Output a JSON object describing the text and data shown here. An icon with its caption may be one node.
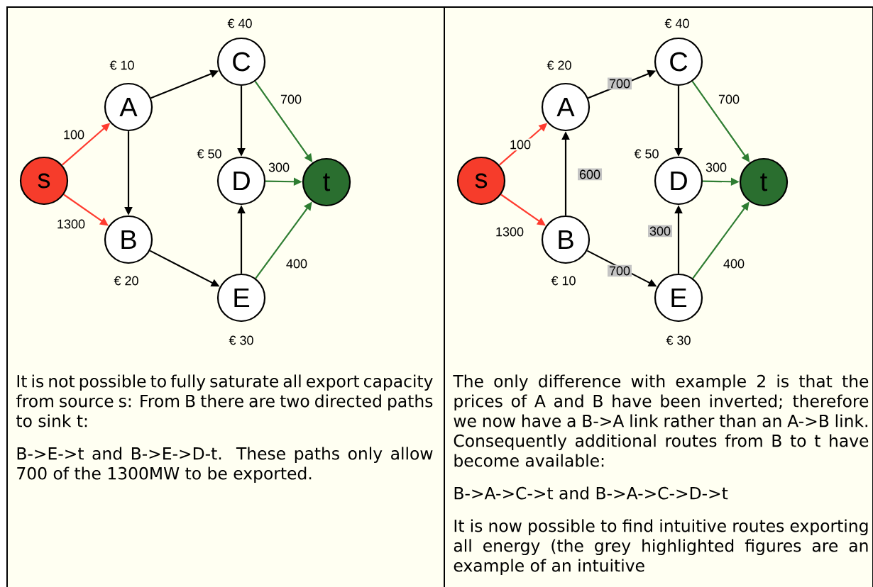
{
  "diagram": {
    "nodes": [
      {
        "text": [
          "It is not possible to fully saturate all export capacity from source s: From B there are two directed paths to sink t:",
          "B->E->t and B->E->D-t. These paths only allow 700 of the 1300MW to be exported."
        ]
      },
      {
        "text": [
          "The only difference with example 2 is that the prices of A and B have been inverted; therefore we now have a B->A link rather than an A->B link. Consequently additional routes from B to t have become available:",
          "B->A->C->t and B->A->C->D->t",
          "It is now possible to find intuitive routes exporting all energy (the grey highlighted figures are an example of an intuitive"
        ]
      },
      {
        "text": [
          "s"
        ],
        "in": 0
      },
      {
        "text": [
          "A"
        ],
        "in": 0,
        "beside": [
          "€ 10"
        ]
      },
      {
        "text": [
          "B"
        ],
        "in": 0,
        "beside": [
          "€ 20"
        ]
      },
      {
        "text": [
          "C"
        ],
        "in": 0,
        "beside": [
          "€ 40"
        ]
      },
      {
        "text": [
          "D"
        ],
        "in": 0,
        "beside": [
          "€ 50"
        ]
      },
      {
        "text": [
          "E"
        ],
        "in": 0,
        "beside": [
          "€ 30"
        ]
      },
      {
        "text": [
          "t"
        ],
        "in": 0
      },
      {
        "text": [
          "s"
        ],
        "in": 1
      },
      {
        "text": [
          "A"
        ],
        "in": 1,
        "beside": [
          "€ 20"
        ]
      },
      {
        "text": [
          "B"
        ],
        "in": 1,
        "beside": [
          "€ 10"
        ]
      },
      {
        "text": [
          "C"
        ],
        "in": 1,
        "beside": [
          "€ 40"
        ]
      },
      {
        "text": [
          "D"
        ],
        "in": 1,
        "beside": [
          "€ 50"
        ]
      },
      {
        "text": [
          "E"
        ],
        "in": 1,
        "beside": [
          "€ 30"
        ]
      },
      {
        "text": [
          "t"
        ],
        "in": 1
      }
    ],
    "edges": [
      {
        "from": 2,
        "to": 3,
        "arrow": "to",
        "label": "100",
        "color": "#ff3b2f"
      },
      {
        "from": 2,
        "to": 4,
        "arrow": "to",
        "label": "1300",
        "color": "#ff3b2f"
      },
      {
        "from": 3,
        "to": 5,
        "arrow": "to"
      },
      {
        "from": 3,
        "to": 4,
        "arrow": "to"
      },
      {
        "from": 5,
        "to": 6,
        "arrow": "to"
      },
      {
        "from": 5,
        "to": 8,
        "arrow": "to",
        "label": "700",
        "color": "#2e7d32"
      },
      {
        "from": 6,
        "to": 8,
        "arrow": "to",
        "label": "300",
        "color": "#2e7d32"
      },
      {
        "from": 7,
        "to": 6,
        "arrow": "to"
      },
      {
        "from": 4,
        "to": 7,
        "arrow": "to"
      },
      {
        "from": 7,
        "to": 8,
        "arrow": "to",
        "label": "400",
        "color": "#2e7d32"
      },
      {
        "from": 9,
        "to": 10,
        "arrow": "to",
        "label": "100",
        "color": "#ff3b2f"
      },
      {
        "from": 9,
        "to": 11,
        "arrow": "to",
        "label": "1300",
        "color": "#ff3b2f"
      },
      {
        "from": 10,
        "to": 12,
        "arrow": "to",
        "label": "700"
      },
      {
        "from": 11,
        "to": 10,
        "arrow": "to",
        "label": "600"
      },
      {
        "from": 12,
        "to": 13,
        "arrow": "to"
      },
      {
        "from": 12,
        "to": 15,
        "arrow": "to",
        "label": "700",
        "color": "#2e7d32"
      },
      {
        "from": 13,
        "to": 15,
        "arrow": "to",
        "label": "300",
        "color": "#2e7d32"
      },
      {
        "from": 14,
        "to": 13,
        "arrow": "to",
        "label": "300"
      },
      {
        "from": 11,
        "to": 14,
        "arrow": "to",
        "label": "700"
      },
      {
        "from": 14,
        "to": 15,
        "arrow": "to",
        "label": "400",
        "color": "#2e7d32"
      }
    ]
  }
}
